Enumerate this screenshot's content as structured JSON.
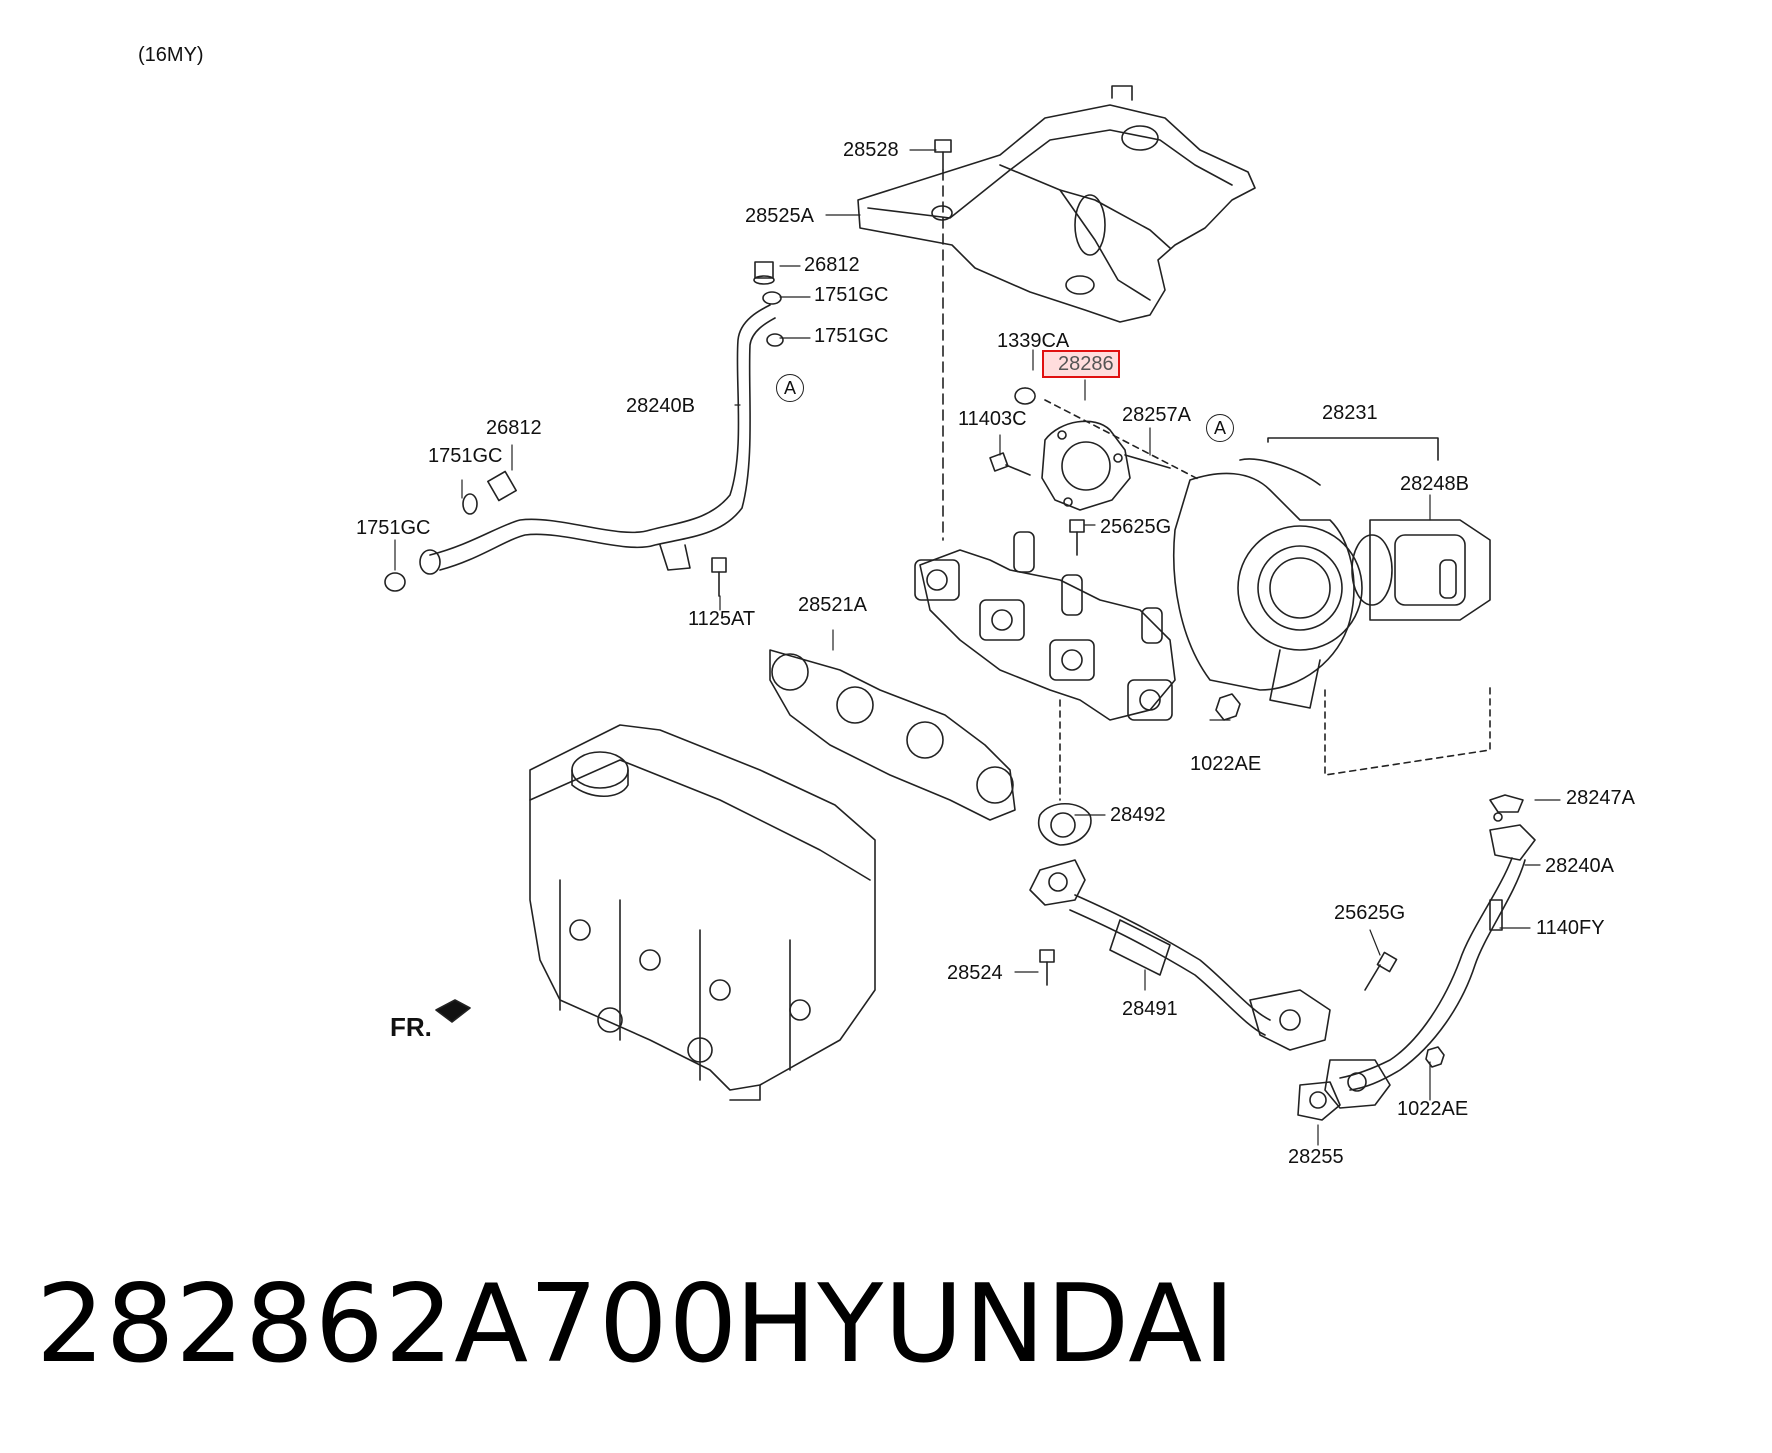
{
  "model_year_note": "(16MY)",
  "highlighted_part": "28286",
  "callouts": [
    {
      "id": "c-28528",
      "label": "28528"
    },
    {
      "id": "c-28525A",
      "label": "28525A"
    },
    {
      "id": "c-26812a",
      "label": "26812"
    },
    {
      "id": "c-1751GCa",
      "label": "1751GC"
    },
    {
      "id": "c-1751GCb",
      "label": "1751GC"
    },
    {
      "id": "c-28240B",
      "label": "28240B"
    },
    {
      "id": "c-26812b",
      "label": "26812"
    },
    {
      "id": "c-1751GCc",
      "label": "1751GC"
    },
    {
      "id": "c-1751GCd",
      "label": "1751GC"
    },
    {
      "id": "c-1125AT",
      "label": "1125AT"
    },
    {
      "id": "c-1339CA",
      "label": "1339CA"
    },
    {
      "id": "c-11403C",
      "label": "11403C"
    },
    {
      "id": "c-28257A",
      "label": "28257A"
    },
    {
      "id": "c-28231",
      "label": "28231"
    },
    {
      "id": "c-28248B",
      "label": "28248B"
    },
    {
      "id": "c-25625Ga",
      "label": "25625G"
    },
    {
      "id": "c-28521A",
      "label": "28521A"
    },
    {
      "id": "c-1022AEa",
      "label": "1022AE"
    },
    {
      "id": "c-28492",
      "label": "28492"
    },
    {
      "id": "c-28247A",
      "label": "28247A"
    },
    {
      "id": "c-28240A",
      "label": "28240A"
    },
    {
      "id": "c-25625Gb",
      "label": "25625G"
    },
    {
      "id": "c-1140FY",
      "label": "1140FY"
    },
    {
      "id": "c-28524",
      "label": "28524"
    },
    {
      "id": "c-28491",
      "label": "28491"
    },
    {
      "id": "c-1022AEb",
      "label": "1022AE"
    },
    {
      "id": "c-28255",
      "label": "28255"
    }
  ],
  "reference_markers": [
    "A",
    "A"
  ],
  "front_indicator": "FR.",
  "footer": {
    "part_number": "282862A700",
    "brand": "HYUNDAI"
  },
  "colors": {
    "highlight": "#e01010",
    "line": "#222222"
  }
}
